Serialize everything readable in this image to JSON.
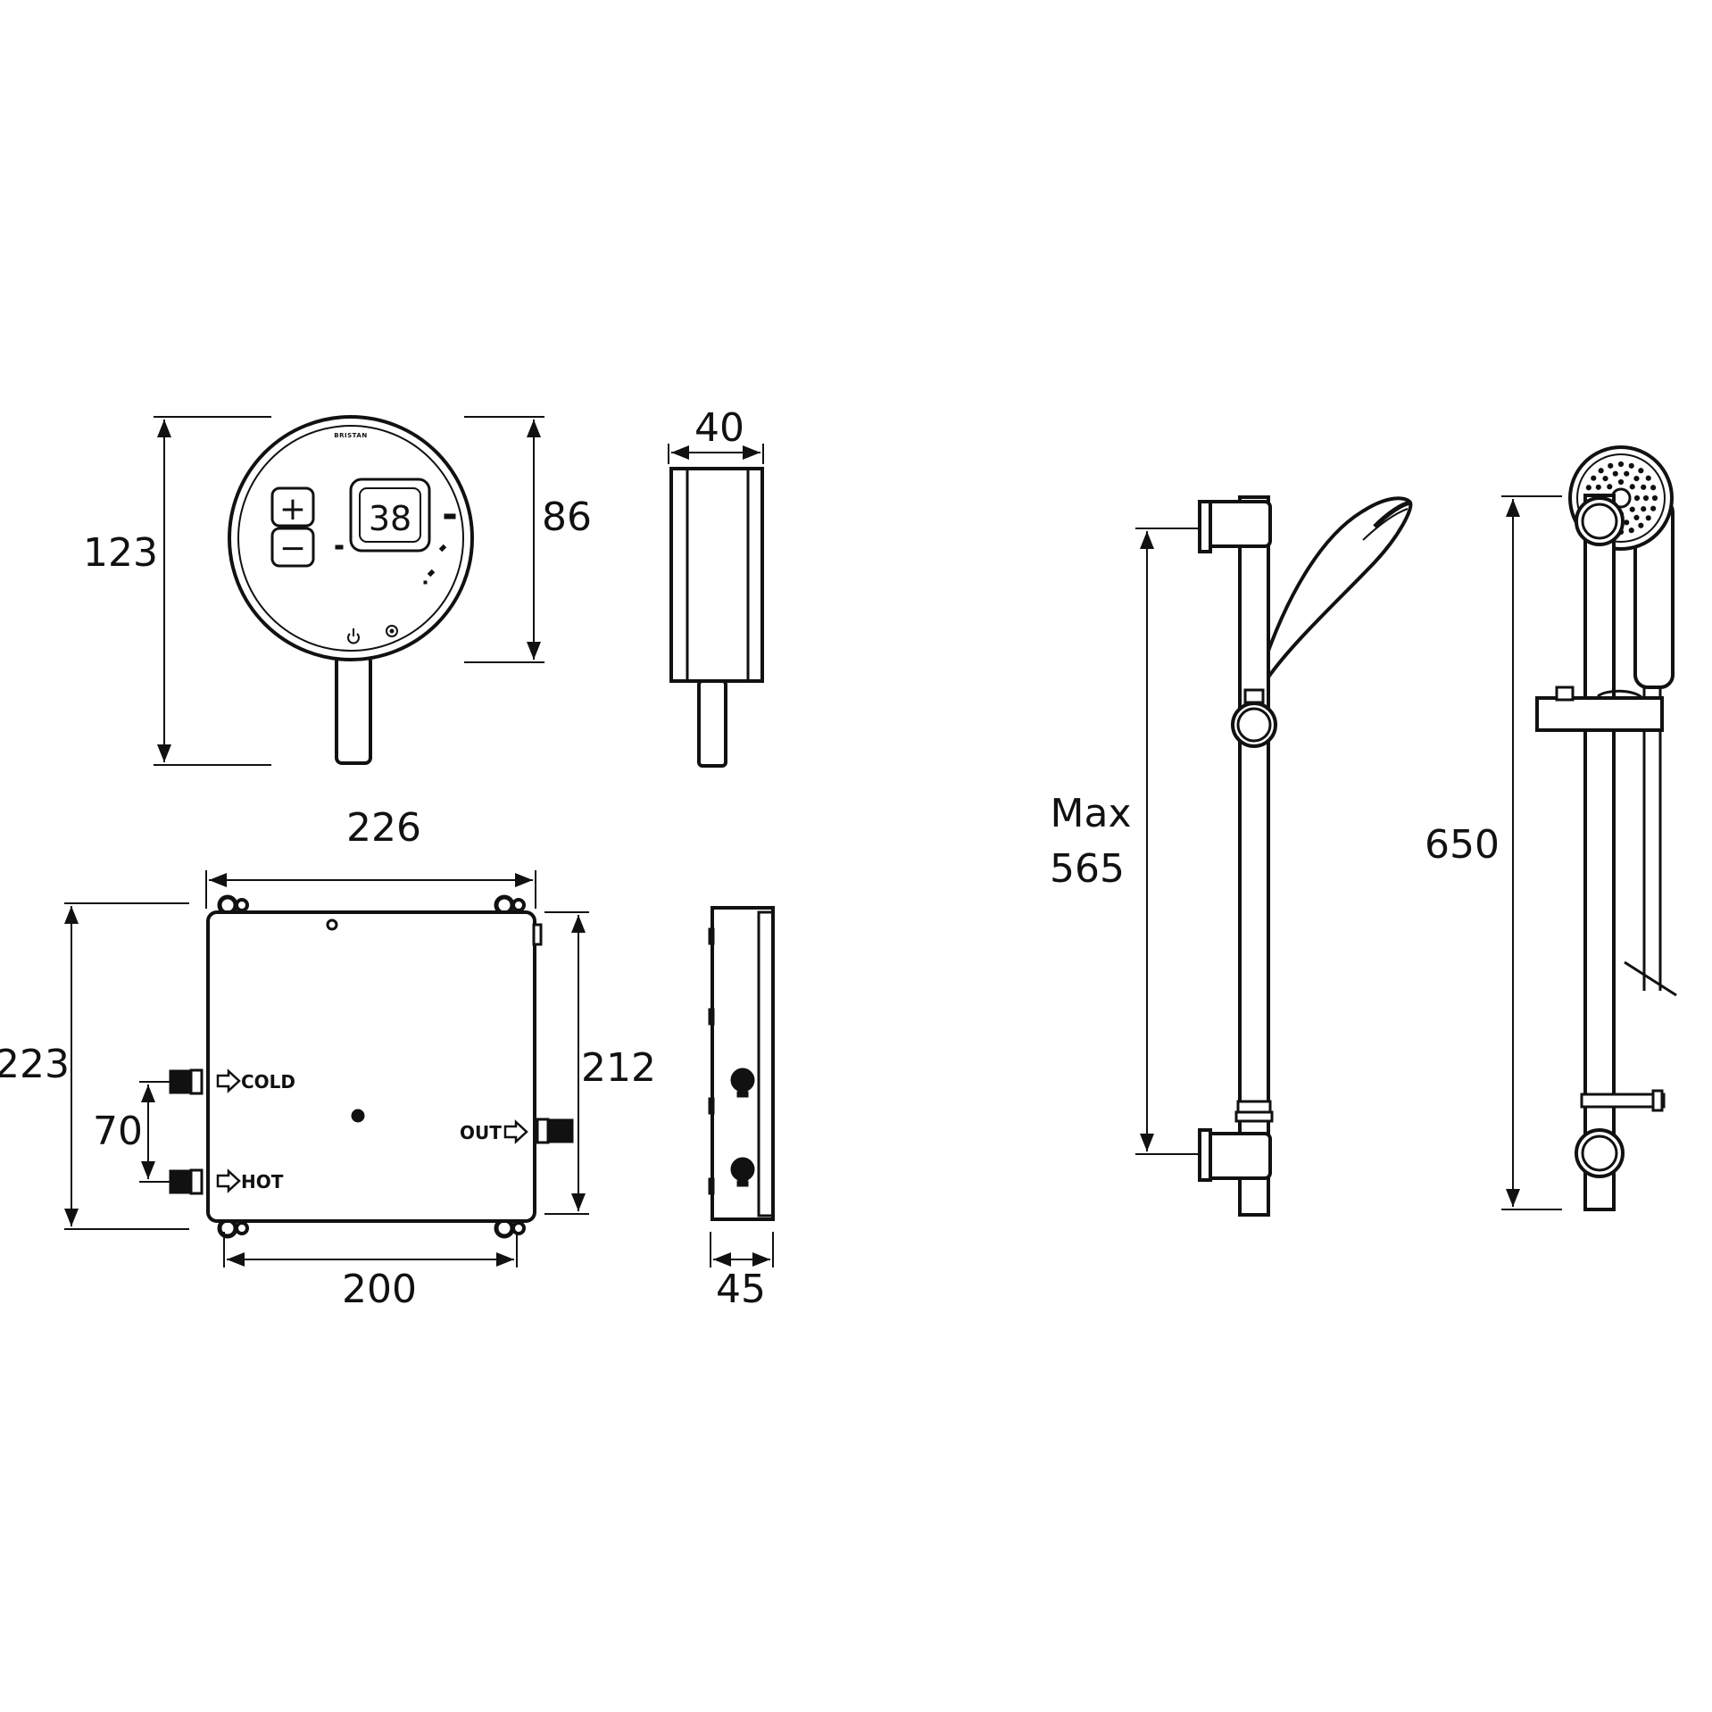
{
  "control_unit": {
    "brand": "BRISTAN",
    "display_value": "38",
    "plus_symbol": "+",
    "minus_symbol": "−",
    "dim_height_total": "123",
    "dim_height_face": "86",
    "dim_depth": "40"
  },
  "power_unit": {
    "dim_width_top": "226",
    "dim_width_bottom": "200",
    "dim_height_outer": "223",
    "dim_height_inner": "212",
    "dim_inlet_spacing": "70",
    "dim_depth": "45",
    "label_cold": "COLD",
    "label_hot": "HOT",
    "label_out": "OUT"
  },
  "riser_rail": {
    "dim_max_label": "Max",
    "dim_max_value": "565",
    "dim_total": "650"
  },
  "icons": [
    "plus-button-icon",
    "minus-button-icon",
    "power-icon",
    "mode-icon",
    "arrow-right-icon",
    "shower-head-icon"
  ],
  "colors": {
    "line": "#111111",
    "background": "#ffffff"
  }
}
